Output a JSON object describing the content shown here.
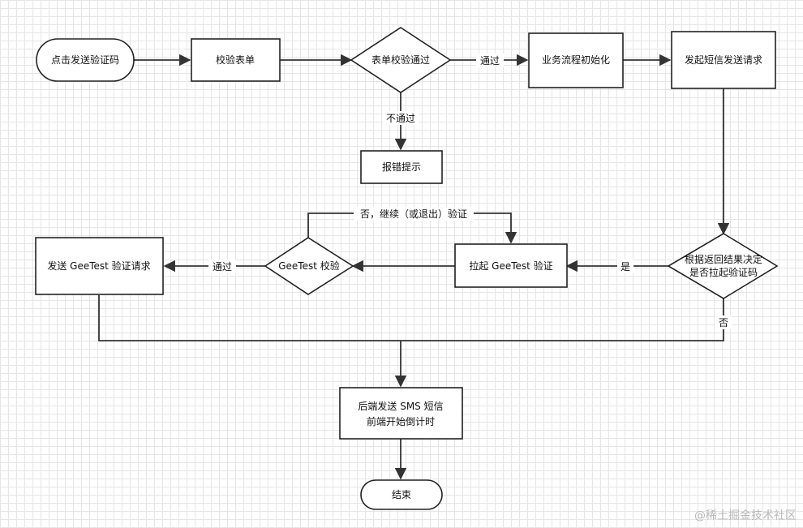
{
  "nodes": {
    "start": "点击发送验证码",
    "validate_form": "校验表单",
    "form_check": "表单校验通过",
    "init_flow": "业务流程初始化",
    "send_sms_request": "发起短信发送请求",
    "error_tip": "报错提示",
    "decide_line1": "根据返回结果决定",
    "decide_line2": "是否拉起验证码",
    "pull_geetest": "拉起 GeeTest 验证",
    "geetest_check": "GeeTest 校验",
    "send_geetest_request": "发送 GeeTest 验证请求",
    "backend_line1": "后端发送 SMS 短信",
    "backend_line2": "前端开始倒计时",
    "end": "结束"
  },
  "edge_labels": {
    "pass_1": "通过",
    "fail_1": "不通过",
    "yes": "是",
    "no": "否",
    "retry": "否，继续（或退出）验证",
    "pass_2": "通过"
  },
  "watermark": "@稀土掘金技术社区"
}
